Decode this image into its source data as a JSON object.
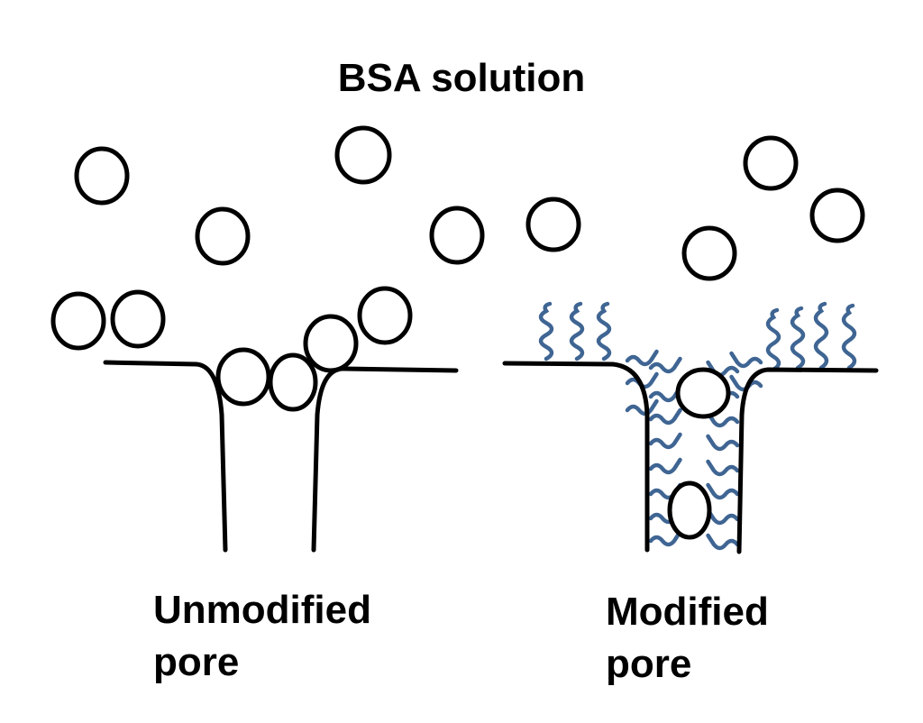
{
  "title": "BSA solution",
  "panels": {
    "unmodified": {
      "line1": "Unmodified",
      "line2": "pore"
    },
    "modified": {
      "line1": "Modified",
      "line2": "pore"
    }
  },
  "colors": {
    "outline": "#000000",
    "polymer": "#3f6593",
    "background": "#ffffff"
  },
  "icons": {
    "protein": "circle-outline",
    "polymer_brush": "wavy-chain"
  }
}
